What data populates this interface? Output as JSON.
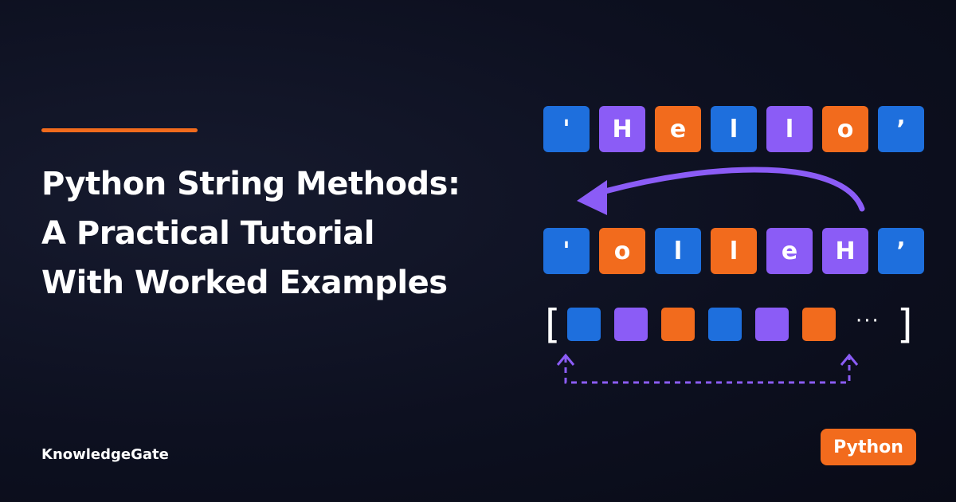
{
  "title_lines": [
    "Python String Methods:",
    "A Practical Tutorial",
    "With Worked Examples"
  ],
  "brand": "KnowledgeGate",
  "badge": "Python",
  "row1": [
    "'",
    "H",
    "e",
    "l",
    "l",
    "o",
    "’"
  ],
  "row2": [
    "'",
    "o",
    "l",
    "l",
    "e",
    "H",
    "’"
  ],
  "list": {
    "open": "[",
    "close": "]",
    "ellipsis": "···"
  },
  "colors": {
    "accent": "#f26b1d",
    "blue": "#1e6fdd",
    "purple": "#8b5cf6",
    "orange": "#f26b1d",
    "background": "#0d1020"
  }
}
